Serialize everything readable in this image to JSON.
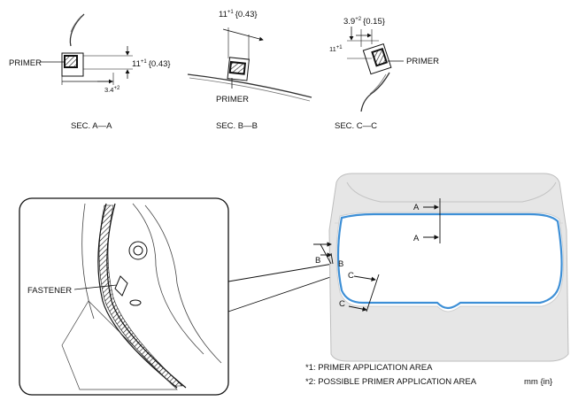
{
  "sections": {
    "aa": {
      "label": "PRIMER",
      "caption": "SEC. A—A",
      "dim_width": "11",
      "dim_width_tol": "+1",
      "dim_width_in": "{0.43}",
      "dim_offset": "3.4",
      "dim_offset_tol": "+2"
    },
    "bb": {
      "label": "PRIMER",
      "caption": "SEC. B—B",
      "dim_width": "11",
      "dim_width_tol": "+1",
      "dim_width_in": "{0.43}"
    },
    "cc": {
      "label": "PRIMER",
      "caption": "SEC. C—C",
      "dim_offset": "3.9",
      "dim_offset_tol": "+2",
      "dim_offset_in": "{0.15}",
      "dim_width": "11",
      "dim_width_tol": "+1"
    }
  },
  "detail": {
    "label": "FASTENER"
  },
  "markers": {
    "a": "A",
    "b": "B",
    "c": "C"
  },
  "notes": {
    "note1": "*1:  PRIMER APPLICATION AREA",
    "note2": "*2:  POSSIBLE PRIMER APPLICATION AREA",
    "units": "mm {in}"
  },
  "colors": {
    "primer_line": "#3d8fd6",
    "panel": "#e6e6e6",
    "ink": "#111111"
  }
}
